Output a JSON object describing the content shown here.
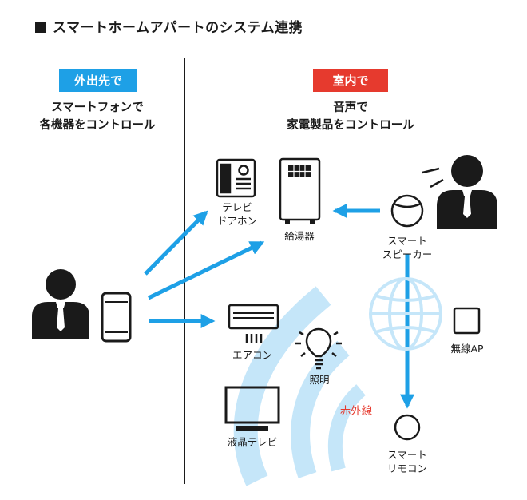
{
  "title": "スマートホームアパートのシステム連携",
  "left_panel": {
    "badge": "外出先で",
    "caption_line1": "スマートフォンで",
    "caption_line2": "各機器をコントロール"
  },
  "right_panel": {
    "badge": "室内で",
    "caption_line1": "音声で",
    "caption_line2": "家電製品をコントロール"
  },
  "devices": {
    "intercom_line1": "テレビ",
    "intercom_line2": "ドアホン",
    "water_heater": "給湯器",
    "air_conditioner": "エアコン",
    "lighting": "照明",
    "tv": "液晶テレビ",
    "speaker_line1": "スマート",
    "speaker_line2": "スピーカー",
    "wireless_ap": "無線AP",
    "infrared": "赤外線",
    "remote_line1": "スマート",
    "remote_line2": "リモコン"
  },
  "colors": {
    "accent_blue": "#1ea0e6",
    "accent_red": "#e63a2e",
    "wave_light_blue": "#c5e6f9",
    "icon_dark": "#1a1a1a"
  }
}
